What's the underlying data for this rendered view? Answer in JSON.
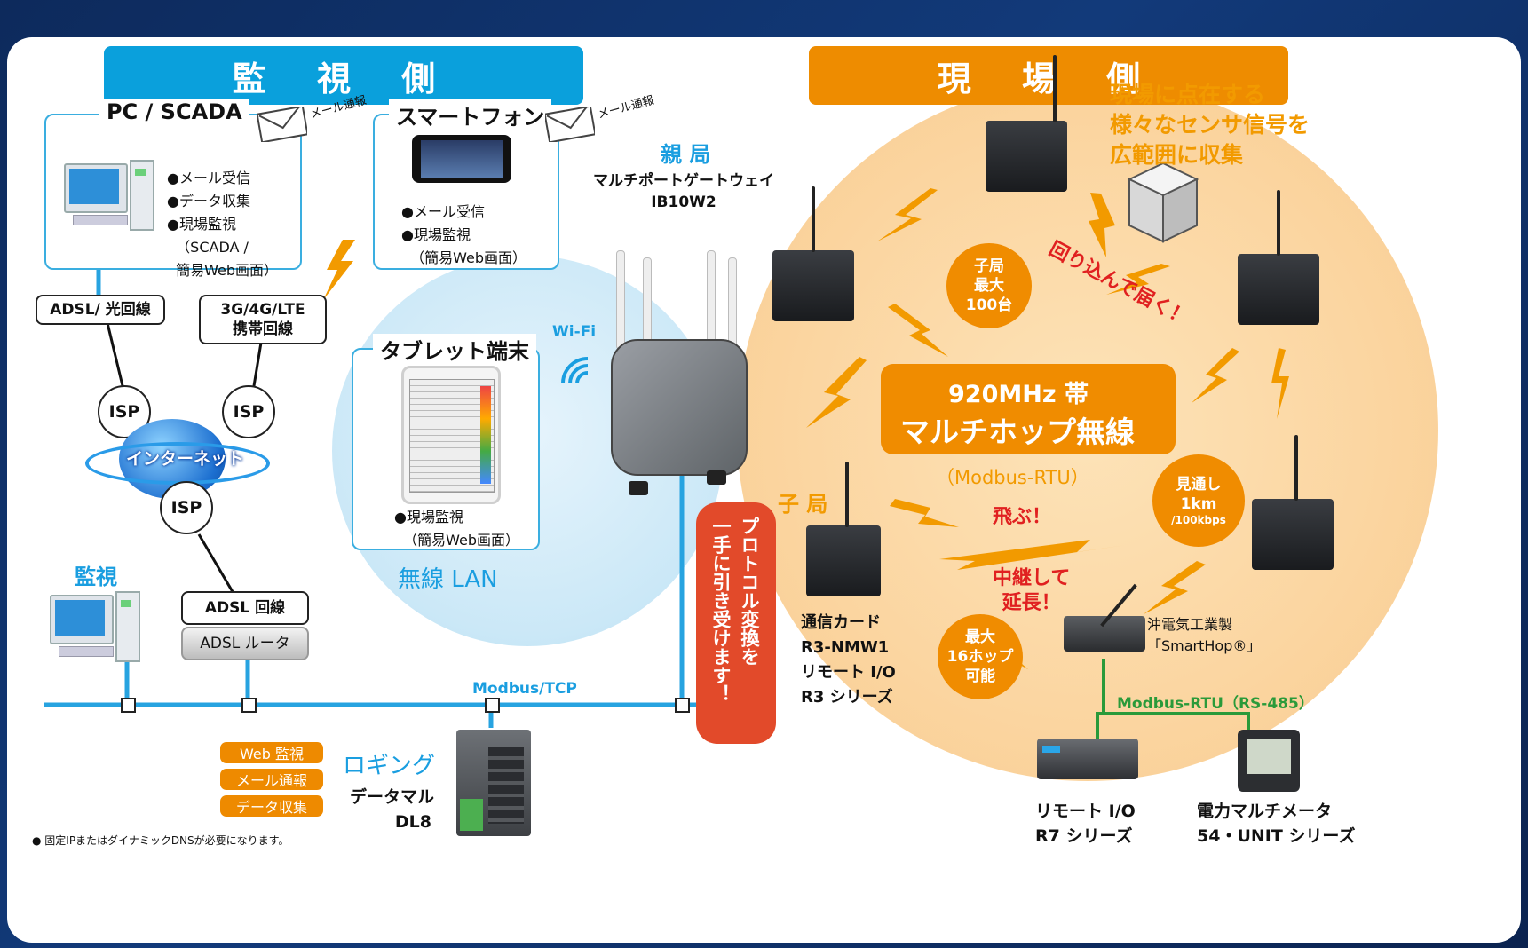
{
  "headers": {
    "left": "監 視 側",
    "right": "現 場 側"
  },
  "colors": {
    "left_header": "#0aa0dc",
    "right_header": "#ee8c00",
    "network_line": "#27a3e0",
    "rs485_line": "#2a9a3a",
    "accent_red": "#e02020",
    "accent_orange": "#f08c00"
  },
  "pc_box": {
    "title": "PC / SCADA",
    "mail_tag": "メール通報",
    "items": [
      "●メール受信",
      "●データ収集",
      "●現場監視\n  （SCADA /\n  簡易Web画面）"
    ]
  },
  "phone_box": {
    "title": "スマートフォン",
    "mail_tag": "メール通報",
    "items": [
      "●メール受信",
      "●現場監視\n  （簡易Web画面）"
    ]
  },
  "tablet_box": {
    "title": "タブレット端末",
    "items": [
      "●現場監視\n  （簡易Web画面）"
    ]
  },
  "wireless_lan": "無線 LAN",
  "wifi": "Wi-Fi",
  "gateway": {
    "title": "親 局",
    "name": "マルチポートゲートウェイ\nIB10W2"
  },
  "lines": {
    "adsl_fiber": "ADSL/ 光回線",
    "mobile": "3G/4G/LTE\n携帯回線",
    "adsl": "ADSL 回線",
    "adsl_router": "ADSL ルータ"
  },
  "isp": [
    "ISP",
    "ISP",
    "ISP"
  ],
  "internet": "インターネット",
  "monitor_label": "監視",
  "modbus_tcp": "Modbus/TCP",
  "logging": {
    "title": "ロギング",
    "device": "データマル\nDL8",
    "tags": [
      "Web 監視",
      "メール通報",
      "データ収集"
    ]
  },
  "protocol": "プロトコル変換を\n一手に引き受けます！",
  "footnote": "● 固定IPまたはダイナミックDNSが必要になります。",
  "field": {
    "sensor_text": "現場に点在する\n様々なセンサ信号を\n広範囲に収集",
    "reach": "回り込んで届く！",
    "child_max": "子局\n最大\n100台",
    "band_line1": "920MHz 帯",
    "band_line2": "マルチホップ無線",
    "protocol_rtu": "（Modbus-RTU）",
    "fly": "飛ぶ！",
    "relay": "中継して\n延長！",
    "hops": "最大\n16ホップ\n可能",
    "line_of_sight": "見通し\n1km",
    "speed": "/100kbps",
    "child_label": "子 局",
    "card": "通信カード\nR3-NMW1\nリモート I/O\nR3 シリーズ",
    "oki": "沖電気工業製\n「SmartHop®」",
    "modbus_rs485": "Modbus-RTU（RS-485）",
    "r7": "リモート I/O\nR7 シリーズ",
    "meter": "電力マルチメータ\n54・UNIT シリーズ"
  }
}
